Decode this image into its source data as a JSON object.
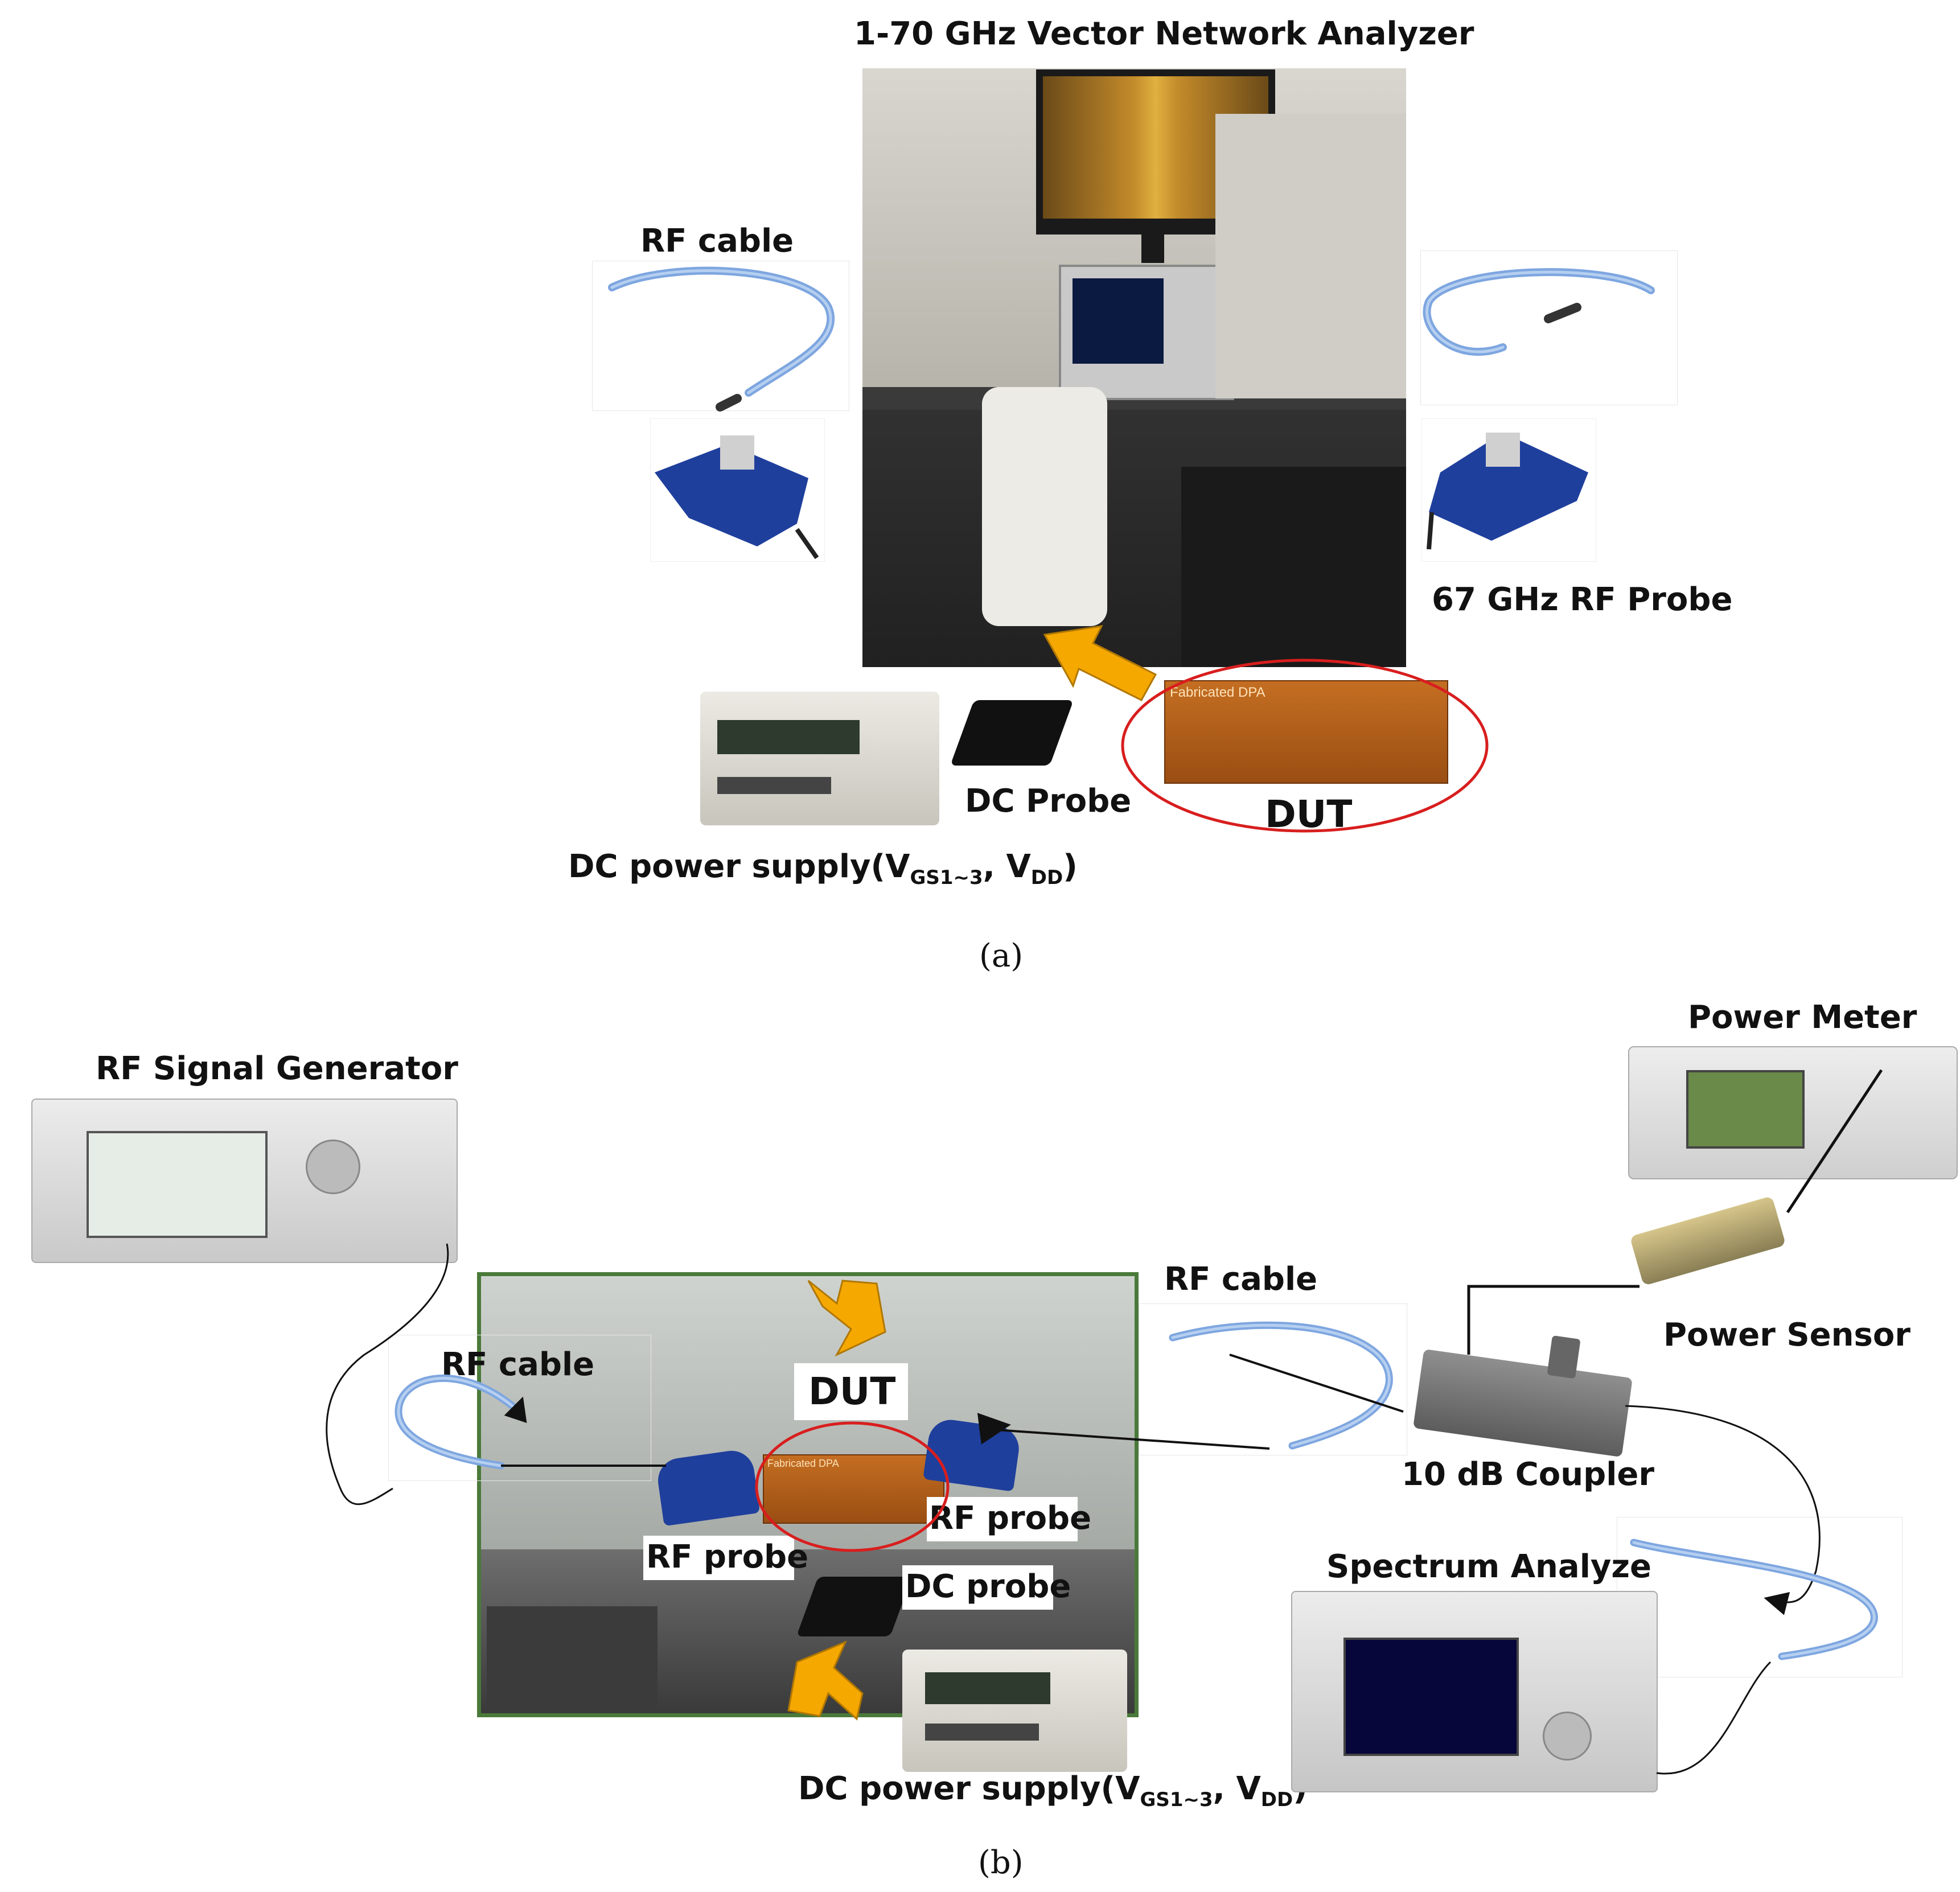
{
  "panel_a": {
    "vna_label": "1-70 GHz Vector Network Analyzer",
    "rf_cable_label": "RF cable",
    "rf_probe_label": "67 GHz RF Probe",
    "dc_probe_label": "DC Probe",
    "dut_label": "DUT",
    "chip_text": "Fabricated DPA",
    "dc_supply_prefix": "DC power supply(V",
    "dc_supply_sub1": "GS1~3",
    "dc_supply_mid": ", V",
    "dc_supply_sub2": "DD",
    "dc_supply_suffix": ")",
    "caption": "(a)"
  },
  "panel_b": {
    "signal_generator_label": "RF Signal Generator",
    "power_meter_label": "Power Meter",
    "power_sensor_label": "Power Sensor",
    "rf_cable_label_left": "RF cable",
    "rf_cable_label_right": "RF cable",
    "dut_label": "DUT",
    "chip_text": "Fabricated DPA",
    "rf_probe_label_left": "RF probe",
    "rf_probe_label_right": "RF probe",
    "dc_probe_label": "DC probe",
    "coupler_label": "10 dB Coupler",
    "spectrum_label": "Spectrum Analyze",
    "dc_supply_prefix": "DC power supply(V",
    "dc_supply_sub1": "GS1~3",
    "dc_supply_mid": ", V",
    "dc_supply_sub2": "DD",
    "dc_supply_suffix": ")",
    "caption": "(b)"
  },
  "colors": {
    "dut_ring": "#d81e1e",
    "arrow": "#f5a800",
    "probe_blue": "#1f3f9c",
    "chip_orange": "#b8621a",
    "photo_frame": "#4a7a3a",
    "cable_blue": "#7ea6e0"
  }
}
